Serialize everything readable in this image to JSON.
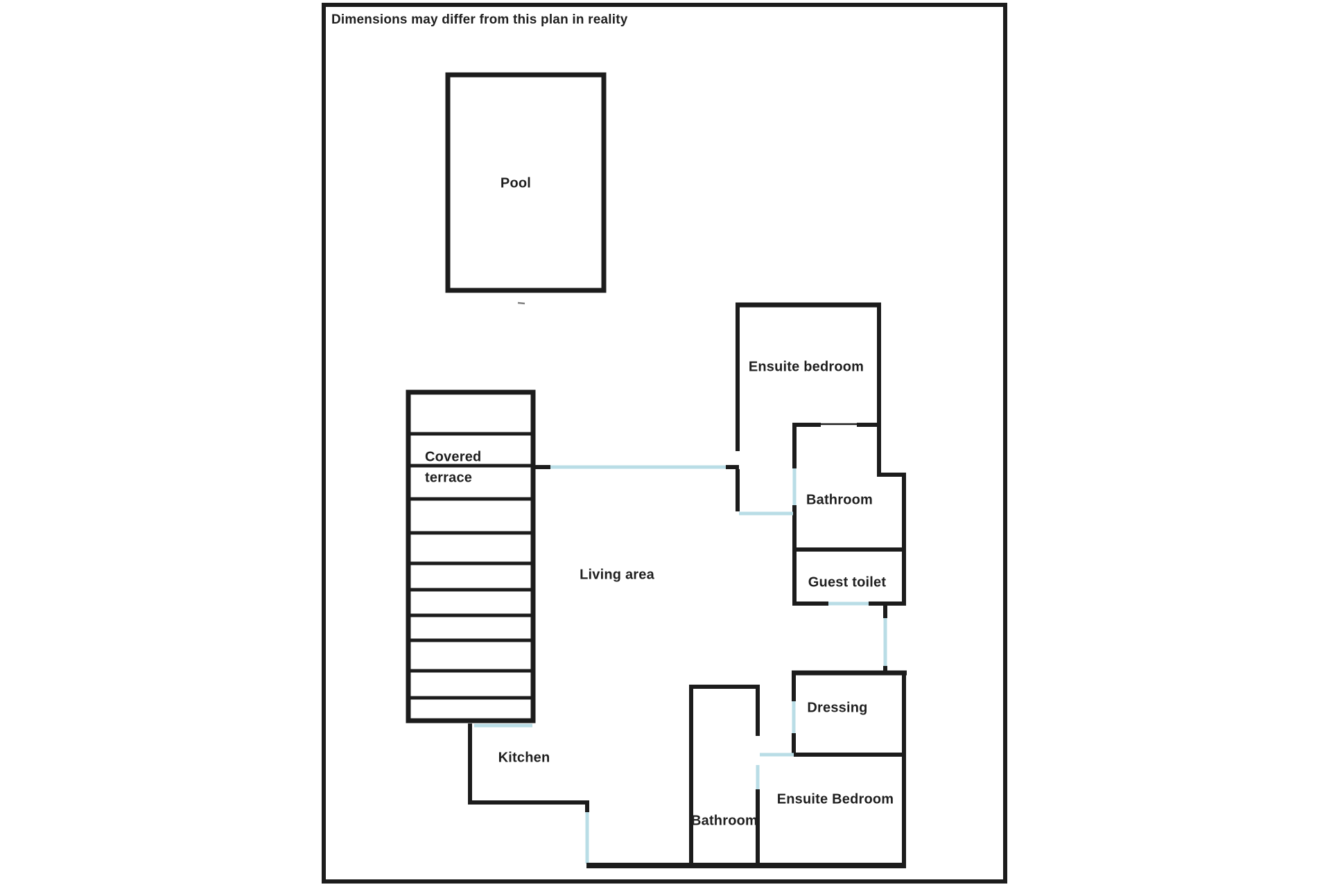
{
  "disclaimer": "Dimensions may differ from this plan in reality",
  "colors": {
    "wall": "#1c1c1c",
    "opening": "#b9dde6",
    "text": "#1f1f1f",
    "bg": "#ffffff"
  },
  "rooms": {
    "pool": {
      "label": "Pool"
    },
    "covered_terrace": {
      "label_line1": "Covered",
      "label_line2": "terrace"
    },
    "living_area": {
      "label": "Living area"
    },
    "kitchen": {
      "label": "Kitchen"
    },
    "ensuite_bedroom_top": {
      "label": "Ensuite bedroom"
    },
    "bathroom_top": {
      "label": "Bathroom"
    },
    "guest_toilet": {
      "label": "Guest toilet"
    },
    "dressing": {
      "label": "Dressing"
    },
    "ensuite_bedroom_bottom": {
      "label": "Ensuite Bedroom"
    },
    "bathroom_bottom": {
      "label": "Bathroom"
    }
  }
}
